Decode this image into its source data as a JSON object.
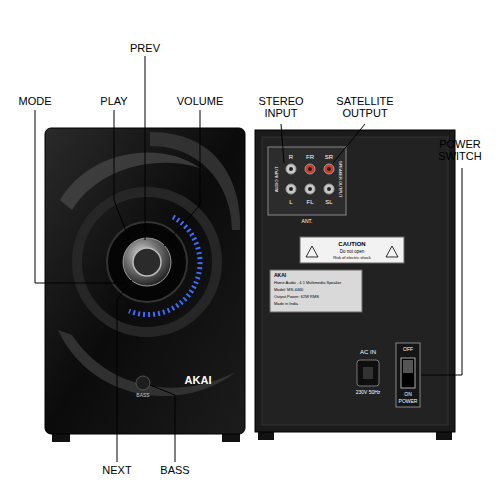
{
  "diagram": {
    "labels": [
      "PREV",
      "MODE",
      "PLAY",
      "VOLUME",
      "STEREO INPUT",
      "SATELLITE OUTPUT",
      "POWER SWITCH",
      "NEXT",
      "BASS",
      "AKAI",
      "BASS",
      "R",
      "FR",
      "SR",
      "L",
      "FL",
      "SL",
      "AUDIO INPUT",
      "SPEAKER OUTPUT",
      "ANT.",
      "CAUTION",
      "Do not open",
      "Risk of electric shock",
      "AKAI",
      "Home Audio - 4.1 Multimedia Speaker",
      "Model: MS-4460",
      "Output Power: 62W RMS",
      "Made in India",
      "AC IN",
      "230V 50Hz",
      "OFF",
      "ON",
      "POWER"
    ]
  }
}
